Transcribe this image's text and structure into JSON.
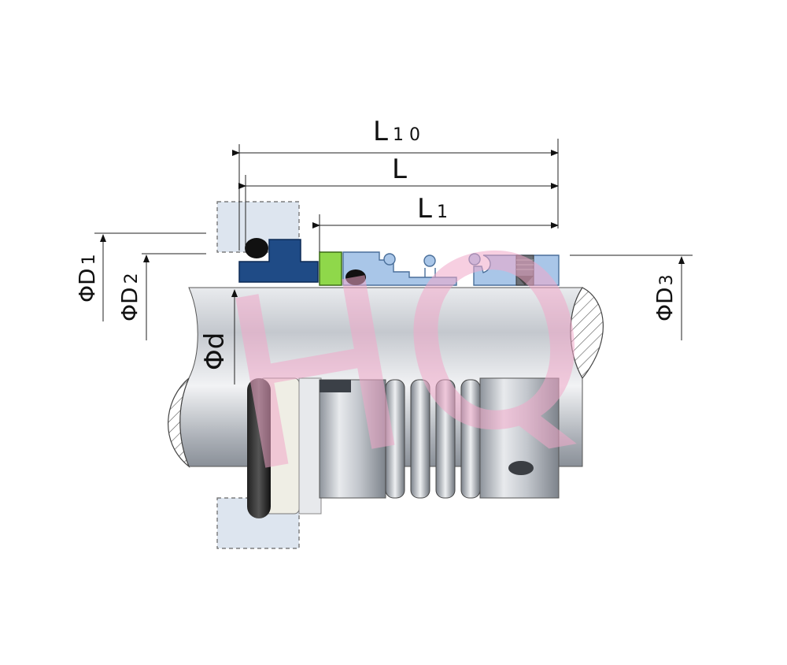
{
  "labels": {
    "L10_main": "L",
    "L10_sub": "1 0",
    "L": "L",
    "L1_main": "L",
    "L1_sub": "1",
    "D1_main": "ΦD",
    "D1_sub": "1",
    "D2_main": "ΦD",
    "D2_sub": "2",
    "D3_main": "ΦD",
    "D3_sub": "3",
    "d": "Φd"
  },
  "watermark": "HQ",
  "colors": {
    "gland_block": "#dde5ef",
    "stationary_seat": "#1f4b86",
    "face_ring": "#8fd84a",
    "rotary_parts": "#a9c6e8",
    "oring": "#111111",
    "shaft": "#c8ccd2",
    "watermark": "#f0a8c8"
  }
}
